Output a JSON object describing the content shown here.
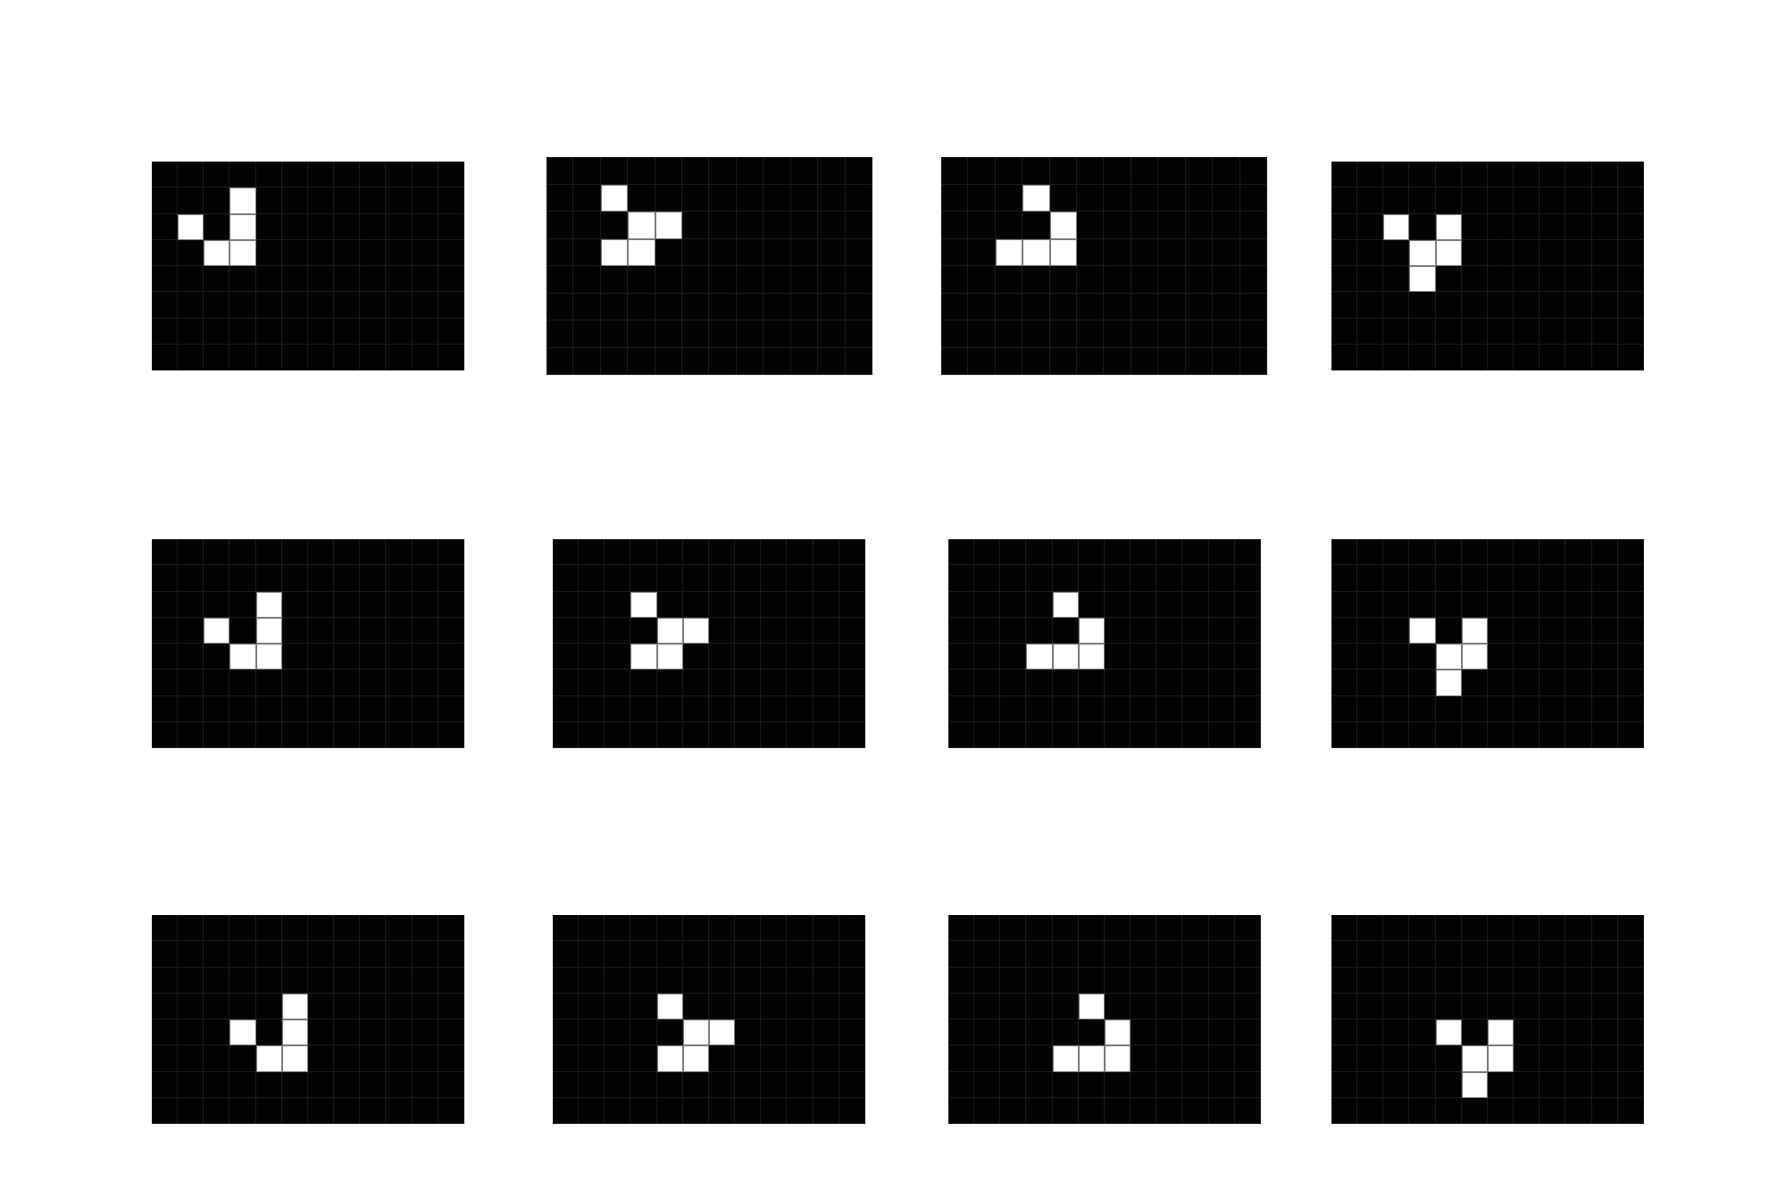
{
  "diagram": {
    "grid": {
      "cols": 12,
      "rows": 8
    },
    "colors": {
      "page": "#ffffff",
      "board": "#030303",
      "grid_line": "#1d1d1d",
      "live_cell": "#ffffff",
      "live_cell_border": "#7a7a7a"
    },
    "panels": [
      {
        "id": "r1c1",
        "live_cells": [
          [
            3,
            1
          ],
          [
            1,
            2
          ],
          [
            3,
            2
          ],
          [
            2,
            3
          ],
          [
            3,
            3
          ]
        ]
      },
      {
        "id": "r1c2",
        "live_cells": [
          [
            2,
            1
          ],
          [
            3,
            2
          ],
          [
            4,
            2
          ],
          [
            2,
            3
          ],
          [
            3,
            3
          ]
        ]
      },
      {
        "id": "r1c3",
        "live_cells": [
          [
            3,
            1
          ],
          [
            4,
            2
          ],
          [
            2,
            3
          ],
          [
            3,
            3
          ],
          [
            4,
            3
          ]
        ]
      },
      {
        "id": "r1c4",
        "live_cells": [
          [
            2,
            2
          ],
          [
            4,
            2
          ],
          [
            3,
            3
          ],
          [
            4,
            3
          ],
          [
            3,
            4
          ]
        ]
      },
      {
        "id": "r2c1",
        "live_cells": [
          [
            4,
            2
          ],
          [
            2,
            3
          ],
          [
            4,
            3
          ],
          [
            3,
            4
          ],
          [
            4,
            4
          ]
        ]
      },
      {
        "id": "r2c2",
        "live_cells": [
          [
            3,
            2
          ],
          [
            4,
            3
          ],
          [
            5,
            3
          ],
          [
            3,
            4
          ],
          [
            4,
            4
          ]
        ]
      },
      {
        "id": "r2c3",
        "live_cells": [
          [
            4,
            2
          ],
          [
            5,
            3
          ],
          [
            3,
            4
          ],
          [
            4,
            4
          ],
          [
            5,
            4
          ]
        ]
      },
      {
        "id": "r2c4",
        "live_cells": [
          [
            3,
            3
          ],
          [
            5,
            3
          ],
          [
            4,
            4
          ],
          [
            5,
            4
          ],
          [
            4,
            5
          ]
        ]
      },
      {
        "id": "r3c1",
        "live_cells": [
          [
            5,
            3
          ],
          [
            3,
            4
          ],
          [
            5,
            4
          ],
          [
            4,
            5
          ],
          [
            5,
            5
          ]
        ]
      },
      {
        "id": "r3c2",
        "live_cells": [
          [
            4,
            3
          ],
          [
            5,
            4
          ],
          [
            6,
            4
          ],
          [
            4,
            5
          ],
          [
            5,
            5
          ]
        ]
      },
      {
        "id": "r3c3",
        "live_cells": [
          [
            5,
            3
          ],
          [
            6,
            4
          ],
          [
            4,
            5
          ],
          [
            5,
            5
          ],
          [
            6,
            5
          ]
        ]
      },
      {
        "id": "r3c4",
        "live_cells": [
          [
            4,
            4
          ],
          [
            6,
            4
          ],
          [
            5,
            5
          ],
          [
            6,
            5
          ],
          [
            5,
            6
          ]
        ]
      }
    ]
  }
}
